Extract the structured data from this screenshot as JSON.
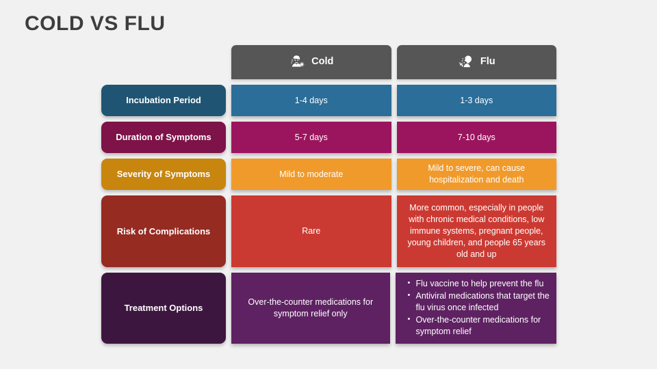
{
  "title": "COLD VS FLU",
  "colors": {
    "background": "#f1f1f1",
    "title_text": "#3d3d3d",
    "header_bg": "#565656",
    "row1_label_bg": "#1f5572",
    "row1_data_bg": "#2a6e99",
    "row2_label_bg": "#7d1348",
    "row2_data_bg": "#9b155e",
    "row3_label_bg": "#c8860f",
    "row3_data_bg": "#f09a2c",
    "row4_label_bg": "#962b22",
    "row4_data_bg": "#cb3a32",
    "row5_label_bg": "#3d1640",
    "row5_data_bg": "#5e2262"
  },
  "table": {
    "columns": [
      {
        "key": "label",
        "header": "",
        "icon": ""
      },
      {
        "key": "cold",
        "header": "Cold",
        "icon": "sick-person-tissue-icon"
      },
      {
        "key": "flu",
        "header": "Flu",
        "icon": "sneezing-person-icon"
      }
    ],
    "rows": [
      {
        "label": "Incubation Period",
        "cold": "1-4 days",
        "flu": "1-3 days",
        "flu_bullets": []
      },
      {
        "label": "Duration of Symptoms",
        "cold": "5-7 days",
        "flu": "7-10 days",
        "flu_bullets": []
      },
      {
        "label": "Severity of Symptoms",
        "cold": "Mild to moderate",
        "flu": "Mild to severe, can cause hospitalization and death",
        "flu_bullets": []
      },
      {
        "label": "Risk of Complications",
        "cold": "Rare",
        "flu": "More common, especially in people with chronic medical conditions, low immune systems, pregnant people, young children, and people 65 years old and up",
        "flu_bullets": []
      },
      {
        "label": "Treatment Options",
        "cold": "Over-the-counter medications for symptom relief only",
        "flu": "",
        "flu_bullets": [
          "Flu vaccine to help prevent the flu",
          "Antiviral medications that target the flu virus once infected",
          "Over-the-counter medications for symptom relief"
        ]
      }
    ]
  }
}
